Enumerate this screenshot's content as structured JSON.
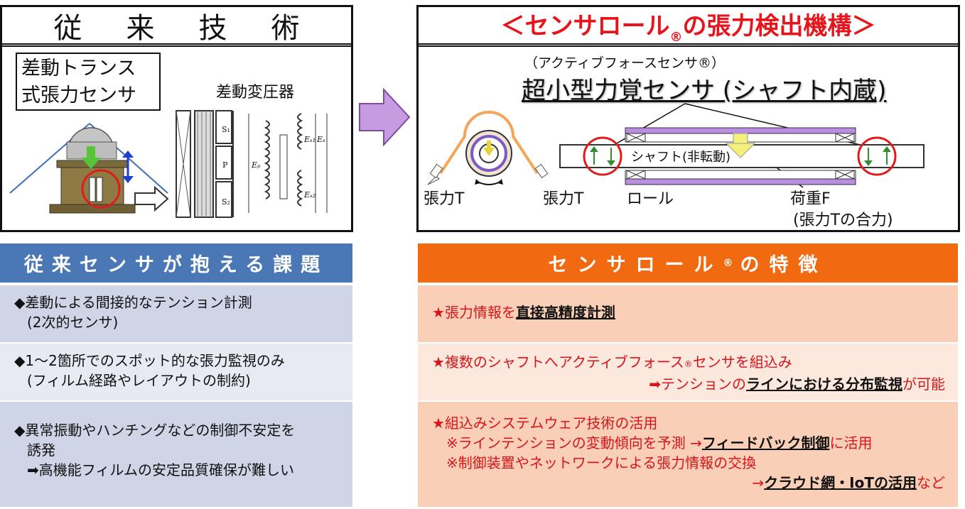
{
  "left_panel": {
    "title": "従来技術",
    "sensor_label_line1": "差動トランス",
    "sensor_label_line2": "式張力センサ",
    "transformer_label": "差動変圧器",
    "circuit_labels": [
      "S₁",
      "P",
      "S₂",
      "Eₚ",
      "Eₛ₁",
      "Eₛ",
      "Eₛ₂"
    ]
  },
  "right_panel": {
    "title_main": "＜センサロール",
    "title_reg": "®",
    "title_rest": "の張力検出機構＞",
    "subtitle_small": "（アクティブフォースセンサ®）",
    "subtitle_big": "超小型力覚センサ (シャフト内蔵)",
    "shaft_label": "シャフト(非転動)",
    "tension_left": "張力T",
    "tension_right": "張力T",
    "roll_label": "ロール",
    "load_label": "荷重F",
    "load_sub": "(張力Tの合力)"
  },
  "issues": {
    "header": "従来センサが抱える課題",
    "items": [
      {
        "line1": "◆差動による間接的なテンション計測",
        "line2": "(2次的センサ)"
      },
      {
        "line1": "◆1～2箇所でのスポット的な張力監視のみ",
        "line2": "(フィルム経路やレイアウトの制約)"
      },
      {
        "line1": "◆異常振動やハンチングなどの制御不安定を",
        "line2": "誘発",
        "line3": "➡高機能フィルムの安定品質確保が難しい"
      }
    ]
  },
  "features": {
    "header_main": "センサロール",
    "header_reg": "®",
    "header_rest": "の特徴",
    "f1": {
      "star": "★",
      "pre": "張力情報を",
      "em": "直接高精度計測"
    },
    "f2": {
      "star": "★",
      "line1_pre": "複数のシャフトへアクティブフォース",
      "line1_reg": "®",
      "line1_post": "センサを組込み",
      "line2_pre": "➡テンションの",
      "line2_em": "ラインにおける分布監視",
      "line2_post": "が可能"
    },
    "f3": {
      "star": "★",
      "line1": "組込みシステムウェア技術の活用",
      "line2_pre": "※ラインテンションの変動傾向を予測 →",
      "line2_em": "フィードバック制御",
      "line2_post": "に活用",
      "line3": "※制御装置やネットワークによる張力情報の交換",
      "line4_pre": "→",
      "line4_em": "クラウド網・IoTの活用",
      "line4_post": "など"
    }
  },
  "colors": {
    "issues_header": "#4a78b6",
    "features_header": "#f26a10",
    "title_red": "#e8141b",
    "arrow_purple": "#c79be0",
    "shaft_purple": "#b98ee0",
    "highlight_circle": "#e01b1b"
  }
}
